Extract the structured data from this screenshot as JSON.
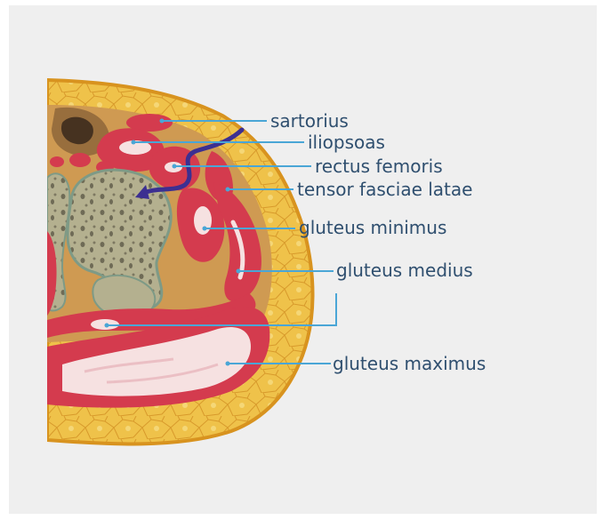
{
  "diagram": {
    "labels": {
      "sartorius": "sartorius",
      "iliopsoas": "iliopsoas",
      "rectus_femoris": "rectus femoris",
      "tensor_fasciae_latae": "tensor fasciae latae",
      "gluteus_minimus": "gluteus minimus",
      "gluteus_medius": "gluteus medius",
      "gluteus_maximus": "gluteus maximus"
    },
    "colors": {
      "background": "#efefef",
      "fat": "#efc24a",
      "skin": "#d8931f",
      "muscle": "#d43b4e",
      "muscle_light": "#f6e1e1",
      "bone": "#b4b08f",
      "bone_pores": "#6f6b56",
      "leader_line": "#4aa6d6",
      "nerve_marker": "#3c2f91",
      "label_text": "#2f4f6f"
    },
    "icons": {
      "nerve_marker": "arrow-icon"
    }
  }
}
